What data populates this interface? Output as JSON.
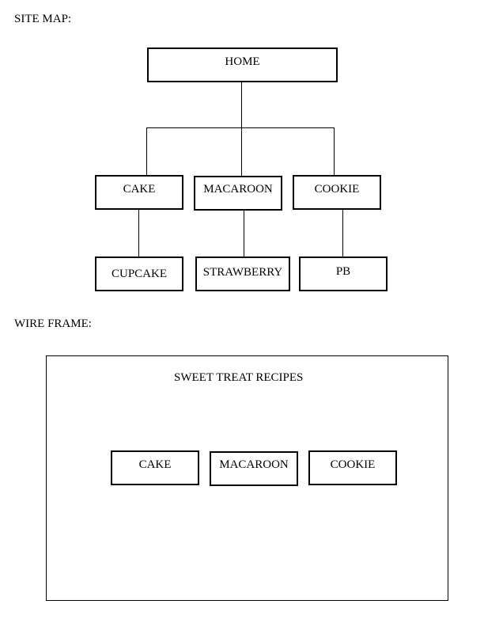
{
  "sitemap": {
    "heading": "SITE MAP:",
    "root": "HOME",
    "categories": [
      {
        "label": "CAKE",
        "child": "CUPCAKE"
      },
      {
        "label": "MACAROON",
        "child": "STRAWBERRY"
      },
      {
        "label": "COOKIE",
        "child": "PB"
      }
    ]
  },
  "wireframe": {
    "heading": "WIRE FRAME:",
    "title": "SWEET TREAT RECIPES",
    "buttons": [
      "CAKE",
      "MACAROON",
      "COOKIE"
    ]
  }
}
